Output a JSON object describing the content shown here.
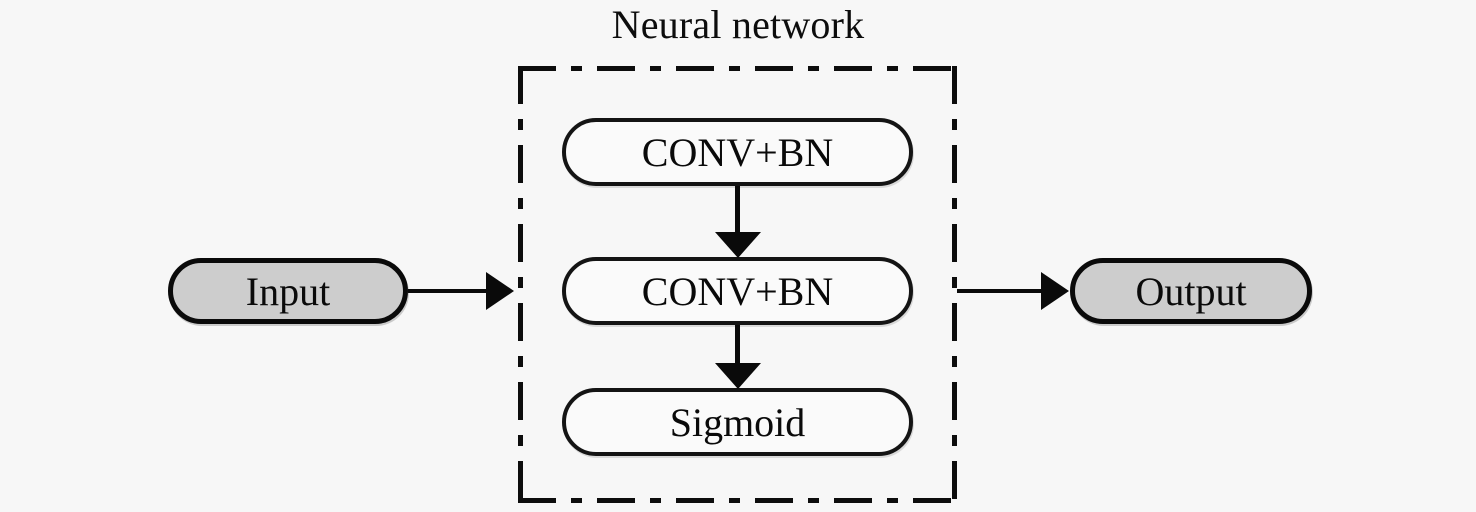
{
  "diagram": {
    "title": "Neural network",
    "background_color": "#f7f7f7",
    "group": {
      "label": "Neural network",
      "border_style": "dash-dot",
      "border_color": "#0d0d0d"
    },
    "nodes": [
      {
        "id": "input",
        "label": "Input",
        "shape": "stadium",
        "fill": "#cdcdcd",
        "stroke": "#0a0a0a"
      },
      {
        "id": "conv1",
        "label": "CONV+BN",
        "shape": "rounded-rect",
        "fill": "#fafafa",
        "stroke": "#141414"
      },
      {
        "id": "conv2",
        "label": "CONV+BN",
        "shape": "rounded-rect",
        "fill": "#fafafa",
        "stroke": "#141414"
      },
      {
        "id": "sigmoid",
        "label": "Sigmoid",
        "shape": "rounded-rect",
        "fill": "#fafafa",
        "stroke": "#141414"
      },
      {
        "id": "output",
        "label": "Output",
        "shape": "stadium",
        "fill": "#cdcdcd",
        "stroke": "#0a0a0a"
      }
    ],
    "edges": [
      {
        "from": "input",
        "to": "group",
        "direction": "right"
      },
      {
        "from": "conv1",
        "to": "conv2",
        "direction": "down"
      },
      {
        "from": "conv2",
        "to": "sigmoid",
        "direction": "down"
      },
      {
        "from": "group",
        "to": "output",
        "direction": "right"
      }
    ]
  }
}
